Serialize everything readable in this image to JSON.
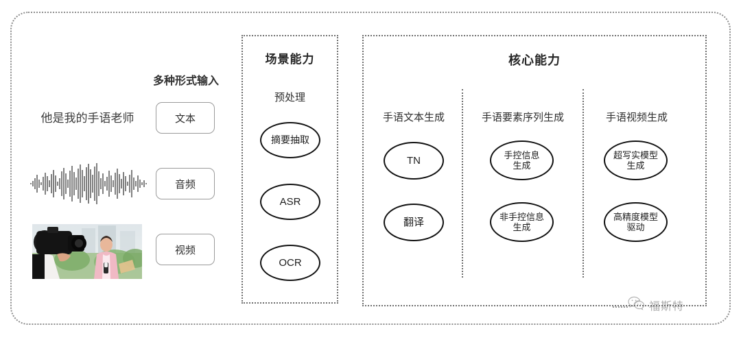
{
  "diagram": {
    "input_section": {
      "header": "多种形式输入",
      "sample_text": "他是我的手语老师",
      "modalities": [
        {
          "label": "文本",
          "media": "text-line"
        },
        {
          "label": "音频",
          "media": "audio-waveform"
        },
        {
          "label": "视频",
          "media": "video-thumbnail"
        }
      ]
    },
    "scene_panel": {
      "title": "场景能力",
      "group_label": "预处理",
      "nodes": [
        "摘要抽取",
        "ASR",
        "OCR"
      ]
    },
    "core_panel": {
      "title": "核心能力",
      "columns": [
        {
          "label": "手语文本生成",
          "nodes": [
            "TN",
            "翻译"
          ]
        },
        {
          "label": "手语要素序列生成",
          "nodes": [
            "手控信息\n生成",
            "非手控信息\n生成"
          ]
        },
        {
          "label": "手语视频生成",
          "nodes": [
            "超写实模型\n生成",
            "高精度模型\n驱动"
          ]
        }
      ]
    },
    "watermark": {
      "text": "福斯特",
      "icon": "wechat-icon"
    },
    "colors": {
      "frame_dotted": "#8c8c8c",
      "panel_dotted": "#6e6e6e",
      "node_stroke": "#111111",
      "pill_stroke": "#9a9a9a",
      "text_primary": "#262626"
    }
  }
}
